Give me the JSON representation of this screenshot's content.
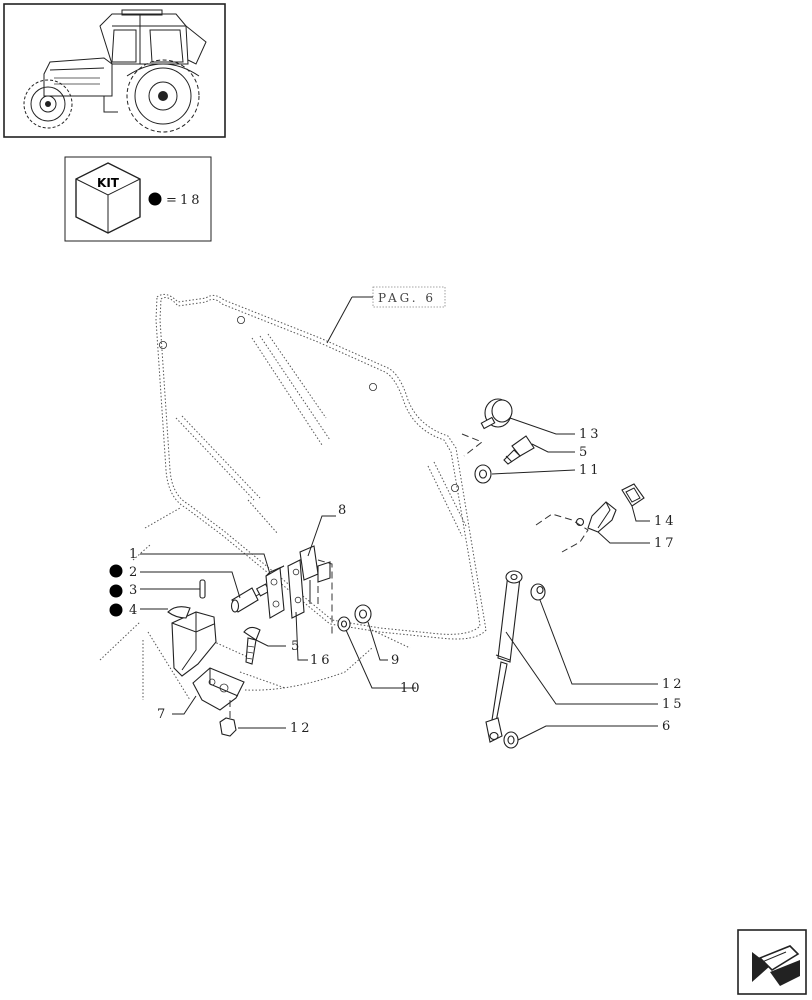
{
  "kit_box": {
    "kit_label": "KIT",
    "equals": "=",
    "kit_count": "18"
  },
  "page_ref": "PAG. 6",
  "callouts": {
    "c1": "1",
    "c2": "2",
    "c3": "3",
    "c4": "4",
    "c5a": "5",
    "c5b": "5",
    "c6": "6",
    "c7": "7",
    "c8": "8",
    "c9": "9",
    "c10": "10",
    "c11": "11",
    "c12a": "12",
    "c12b": "12",
    "c13": "13",
    "c14": "14",
    "c15": "15",
    "c16": "16",
    "c17": "17"
  },
  "kit_marked_parts": [
    "2",
    "3",
    "4"
  ],
  "colors": {
    "line": "#222222",
    "kit_dot": "#000000",
    "background": "#ffffff"
  },
  "icons": {
    "tractor": "tractor-thumbnail-icon",
    "kit": "kit-cube-icon",
    "next": "next-page-arrow-icon"
  }
}
